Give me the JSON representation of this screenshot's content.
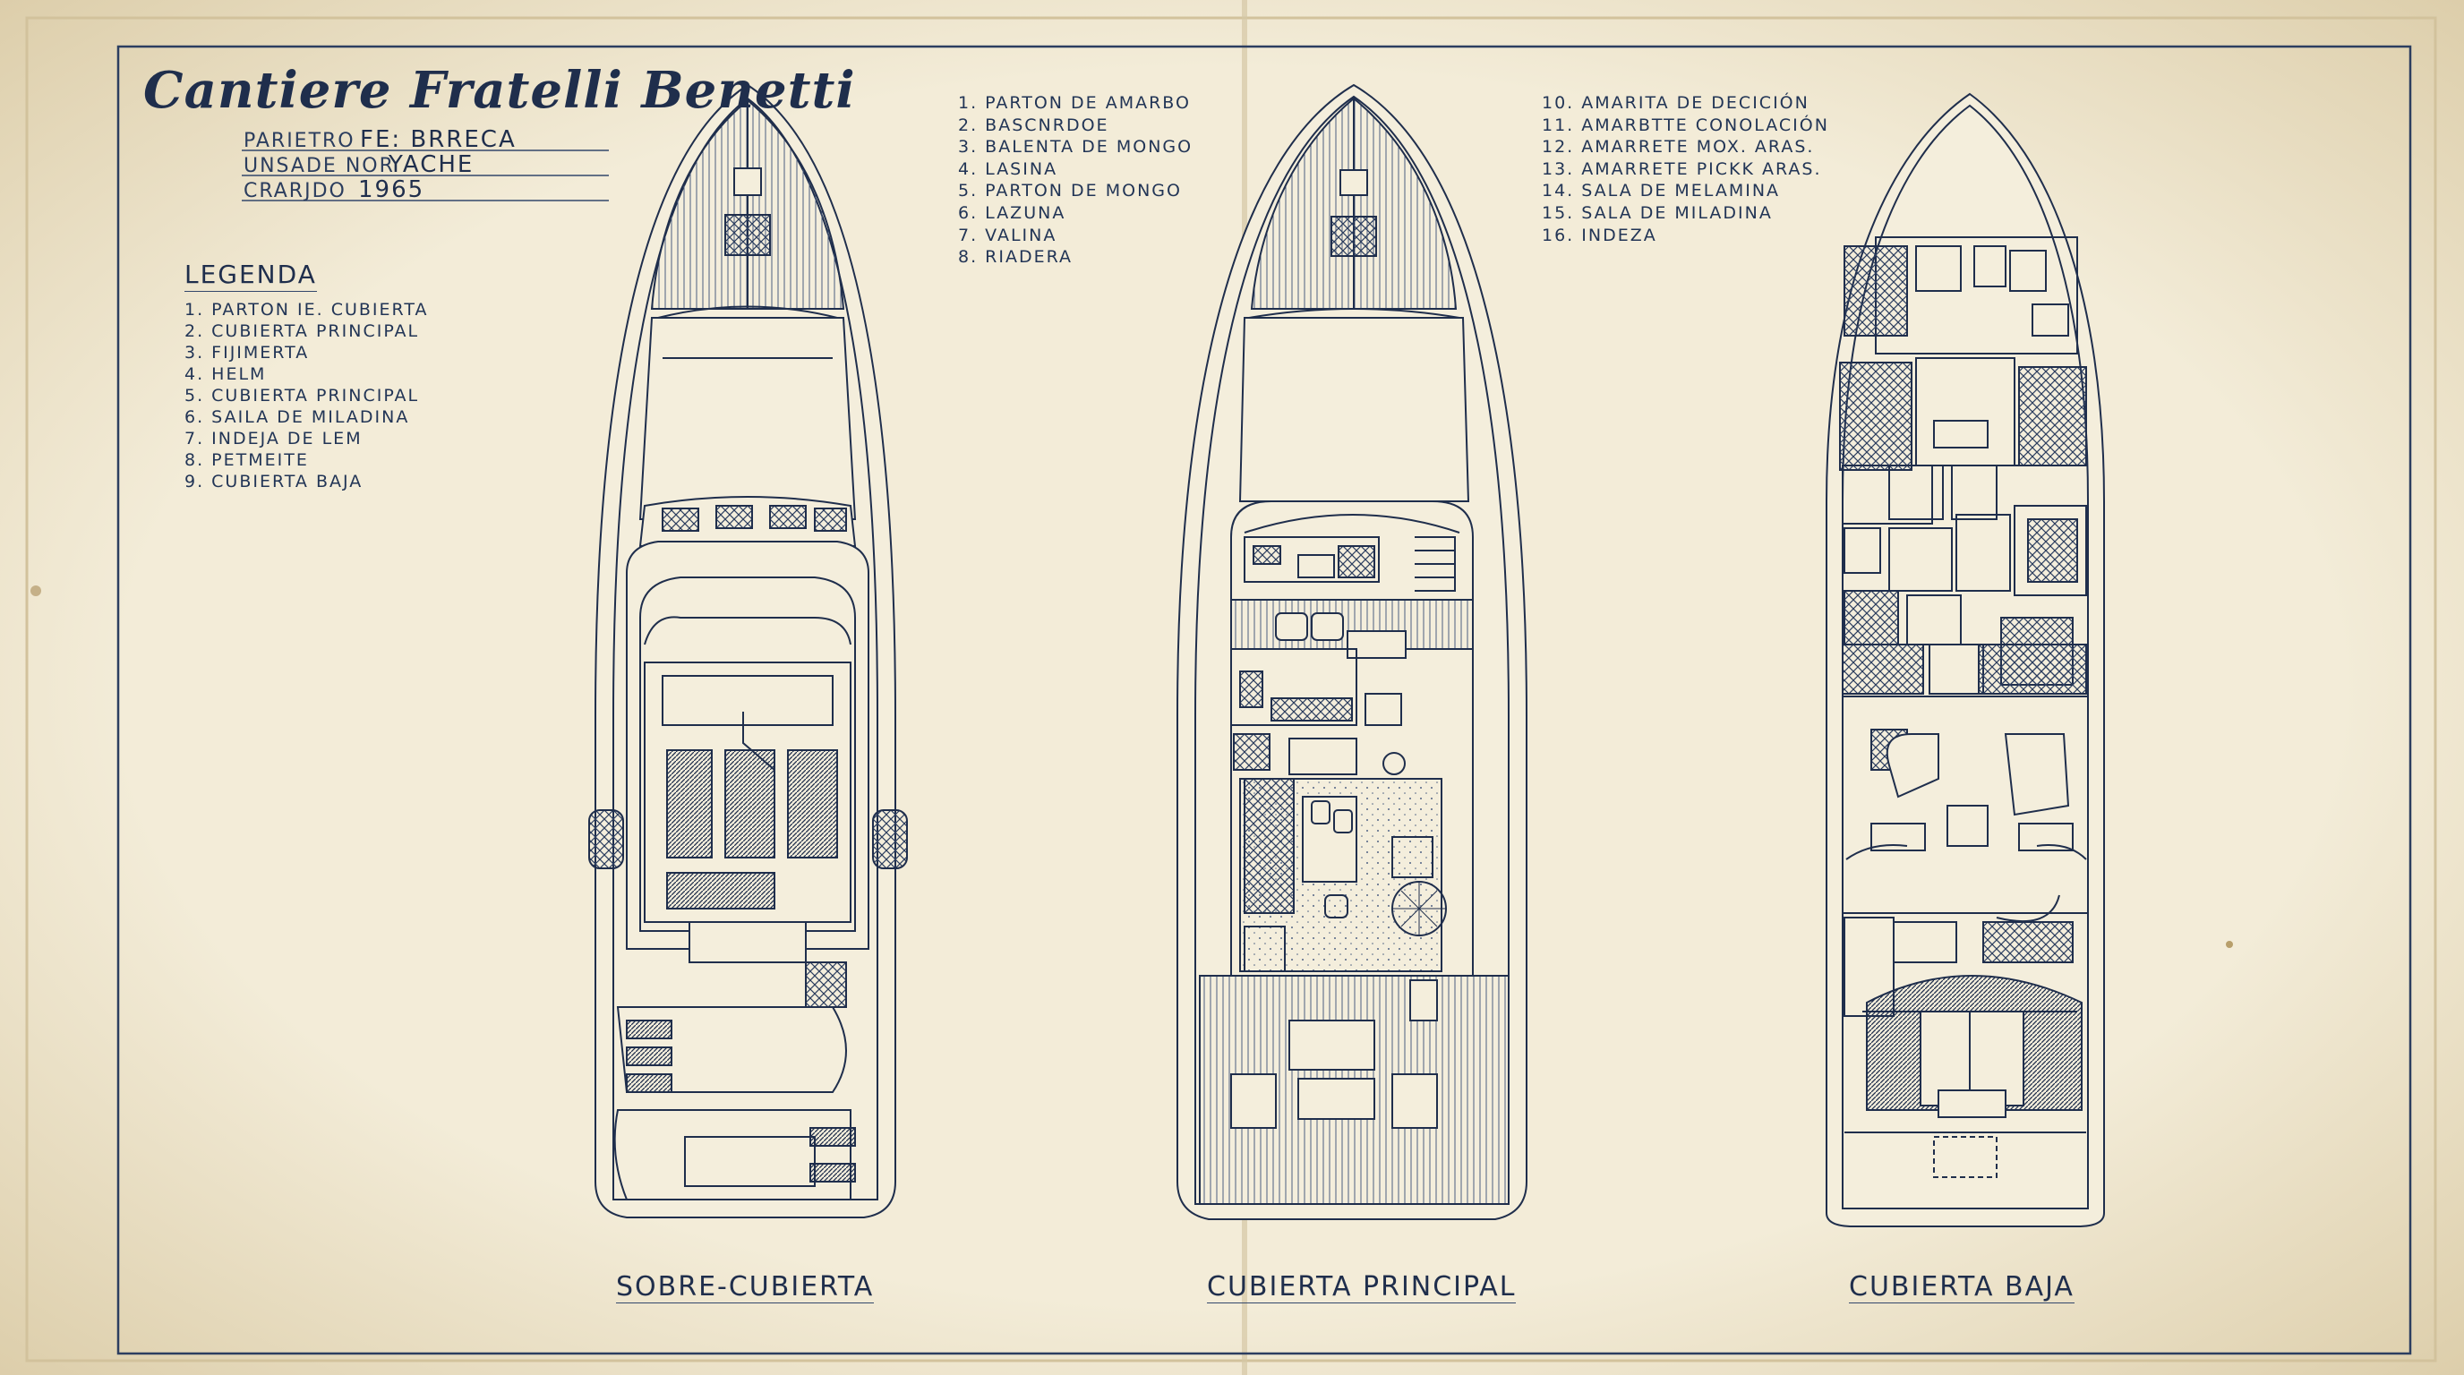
{
  "title_block": {
    "brand": "Cantiere Fratelli Benetti",
    "fields": [
      {
        "label": "PARIETRO",
        "value": "FE: BRRECA"
      },
      {
        "label": "UNSADE NOR",
        "value": "YACHE"
      },
      {
        "label": "CRARJDO",
        "value": "1965"
      }
    ]
  },
  "legend": {
    "title": "LEGENDA",
    "items": [
      "1. PARTON IE. CUBIERTA",
      "2. CUBIERTA PRINCIPAL",
      "3. FIJIMERTA",
      "4. HELM",
      "5. CUBIERTA PRINCIPAL",
      "6. SAILA DE MILADINA",
      "7. INDEJA DE LEM",
      "8. PETMEITE",
      "9. CUBIERTA BAJA"
    ]
  },
  "list_center": [
    "1. PARTON DE AMARBO",
    "2. BASCNRDOE",
    "3. BALENTA DE MONGO",
    "4. LASINA",
    "5. PARTON DE MONGO",
    "6. LAZUNA",
    "7. VALINA",
    "8. RIADERA"
  ],
  "list_right": [
    "10. AMARITA DE DECICIÓN",
    "11. AMARBTTE CONOLACIÓN",
    "12. AMARRETE MOX. ARAS.",
    "13. AMARRETE PICKK ARAS.",
    "14. SALA DE MELAMINA",
    "15. SALA DE MILADINA",
    "16. INDEZA"
  ],
  "decks": [
    {
      "title": "SOBRE-CUBIERTA"
    },
    {
      "title": "CUBIERTA PRINCIPAL"
    },
    {
      "title": "CUBIERTA BAJA"
    }
  ],
  "colors": {
    "paper": "#ece3cc",
    "ink": "#1f2e4c"
  }
}
